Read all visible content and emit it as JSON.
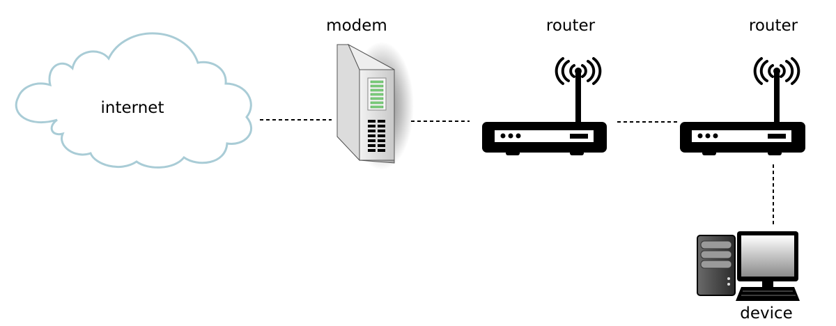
{
  "nodes": {
    "internet": {
      "label": "internet"
    },
    "modem": {
      "label": "modem"
    },
    "router_1": {
      "label": "router"
    },
    "router_2": {
      "label": "router"
    },
    "device": {
      "label": "device"
    }
  },
  "connections": [
    {
      "from": "internet",
      "to": "modem",
      "style": "dashed"
    },
    {
      "from": "modem",
      "to": "router_1",
      "style": "dashed"
    },
    {
      "from": "router_1",
      "to": "router_2",
      "style": "dashed"
    },
    {
      "from": "router_2",
      "to": "device",
      "style": "dashed"
    }
  ],
  "colors": {
    "cloud_stroke": "#a9ccd6",
    "link": "#000000",
    "router_body": "#000000",
    "modem_led": "#7ed07e"
  }
}
